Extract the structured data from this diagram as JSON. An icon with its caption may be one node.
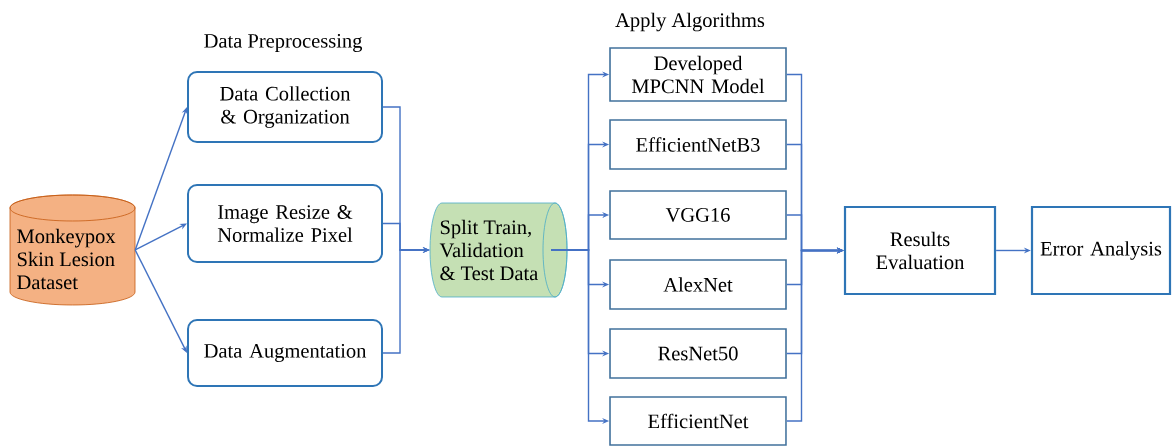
{
  "diagram": {
    "nodes": [
      {
        "text": [
          "Monkeypox Skin Lesion Dataset"
        ]
      },
      {
        "text": [
          "Data Collection & Organization"
        ]
      },
      {
        "text": [
          "Image Resize & Normalize Pixel"
        ]
      },
      {
        "text": [
          "Data Augmentation"
        ]
      },
      {
        "text": [
          "Split Train, Validation & Test Data"
        ]
      },
      {
        "text": [
          "Developed MPCNN Model"
        ]
      },
      {
        "text": [
          "EfficientNetB3"
        ]
      },
      {
        "text": [
          "VGG16"
        ]
      },
      {
        "text": [
          "AlexNet"
        ]
      },
      {
        "text": [
          "ResNet50"
        ]
      },
      {
        "text": [
          "EfficientNet"
        ]
      },
      {
        "text": [
          "Results Evaluation"
        ]
      },
      {
        "text": [
          "Error Analysis"
        ]
      }
    ],
    "edges": [
      {
        "from": 0,
        "to": 1,
        "arrow": "to"
      },
      {
        "from": 0,
        "to": 2,
        "arrow": "to"
      },
      {
        "from": 0,
        "to": 3,
        "arrow": "to"
      },
      {
        "from": 1,
        "to": 4,
        "arrow": "to"
      },
      {
        "from": 2,
        "to": 4,
        "arrow": "to"
      },
      {
        "from": 3,
        "to": 4,
        "arrow": "to"
      },
      {
        "from": 4,
        "to": 5,
        "arrow": "to"
      },
      {
        "from": 4,
        "to": 6,
        "arrow": "to"
      },
      {
        "from": 4,
        "to": 7,
        "arrow": "to"
      },
      {
        "from": 4,
        "to": 8,
        "arrow": "to"
      },
      {
        "from": 4,
        "to": 9,
        "arrow": "to"
      },
      {
        "from": 4,
        "to": 10,
        "arrow": "to"
      },
      {
        "from": 5,
        "to": 11,
        "arrow": "to"
      },
      {
        "from": 6,
        "to": 11,
        "arrow": "to"
      },
      {
        "from": 7,
        "to": 11,
        "arrow": "to"
      },
      {
        "from": 8,
        "to": 11,
        "arrow": "to"
      },
      {
        "from": 9,
        "to": 11,
        "arrow": "to"
      },
      {
        "from": 10,
        "to": 11,
        "arrow": "to"
      },
      {
        "from": 11,
        "to": 12,
        "arrow": "to"
      }
    ],
    "labels": [
      "Data Preprocessing",
      "Apply Algorithms"
    ]
  }
}
